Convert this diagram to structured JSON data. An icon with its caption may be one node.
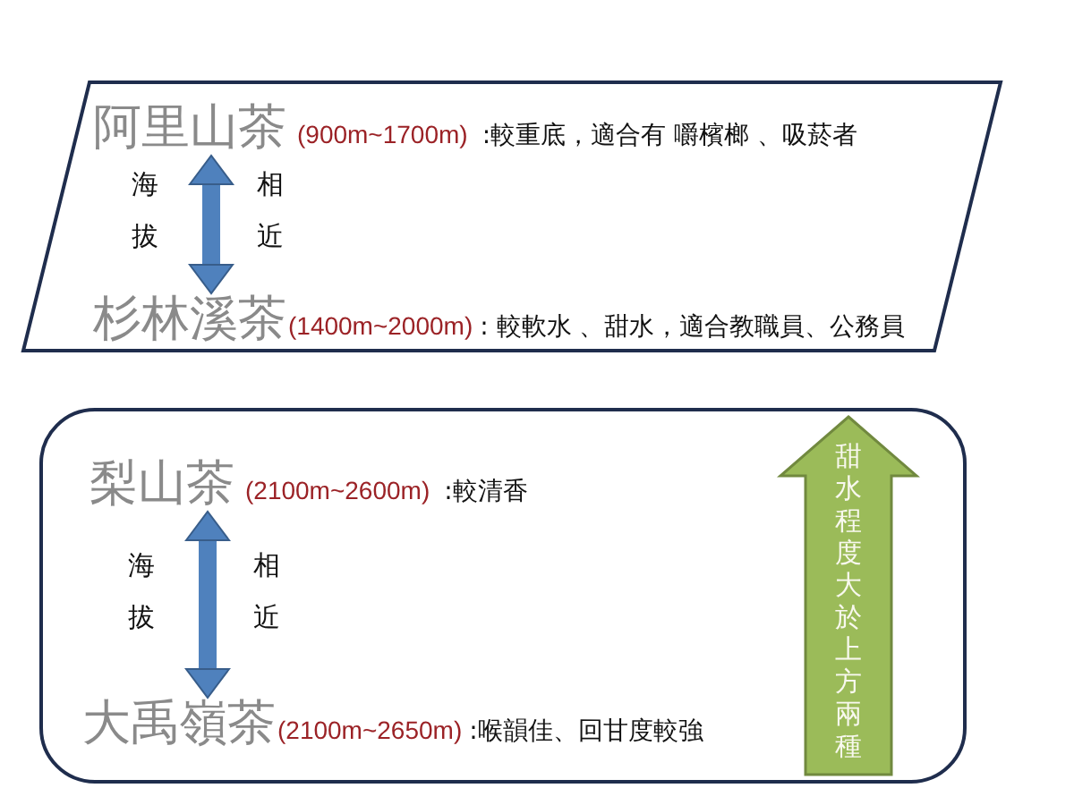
{
  "diagram": {
    "nodes": [
      {
        "text": [],
        "shape": "parallelogram"
      },
      {
        "text": [
          "阿里山茶",
          "(900m~1700m)",
          ":較重底，適合有 嚼檳榔 、吸菸者"
        ],
        "in": 0
      },
      {
        "text": [
          "杉林溪茶",
          "(1400m~2000m)",
          ": 較軟水 、甜水，適合教職員、公務員"
        ],
        "in": 0
      },
      {
        "text": [],
        "shape": "box"
      },
      {
        "text": [
          "梨山茶",
          "(2100m~2600m)",
          ":較清香"
        ],
        "in": 3
      },
      {
        "text": [
          "大禹嶺茶",
          "(2100m~2650m)",
          ":喉韻佳、回甘度較強"
        ],
        "in": 3
      },
      {
        "text": [
          "甜水程度大於上方兩種"
        ],
        "in": 3
      }
    ],
    "edges": [
      {
        "from": 1,
        "to": 2,
        "arrow": "both"
      },
      {
        "from": 4,
        "to": 5,
        "arrow": "both"
      }
    ],
    "labels": [
      "海拔",
      "相近",
      "海拔",
      "相近"
    ]
  }
}
